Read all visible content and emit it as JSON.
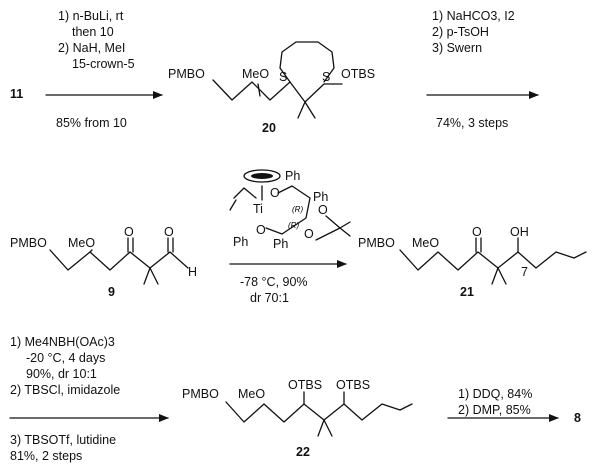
{
  "colors": {
    "ink": "#111111",
    "background": "#ffffff"
  },
  "compounds": {
    "c11": "11",
    "c20": "20",
    "c9": "9",
    "c21": "21",
    "c22": "22",
    "c8": "8"
  },
  "atoms": {
    "pmbo": "PMBO",
    "meo": "MeO",
    "otbs": "OTBS",
    "oh": "OH",
    "o": "O",
    "s": "S",
    "h": "H",
    "ti": "Ti",
    "ph": "Ph",
    "c7": "7",
    "r": "(R)"
  },
  "step1": {
    "reagents": [
      "1) n-BuLi, rt",
      "then 10",
      "2) NaH, MeI",
      "15-crown-5"
    ],
    "yield": "85% from 10"
  },
  "step2": {
    "reagents": [
      "1) NaHCO3, I2",
      "2) p-TsOH",
      "3) Swern"
    ],
    "yield": "74%, 3 steps"
  },
  "step3": {
    "conditions": [
      "-78 °C, 90%",
      "dr 70:1"
    ]
  },
  "step4": {
    "reagents": [
      "1) Me4NBH(OAc)3",
      "-20 °C, 4 days",
      "90%, dr 10:1",
      "2) TBSCl, imidazole",
      "3) TBSOTf, lutidine",
      "81%, 2 steps"
    ]
  },
  "step5": {
    "reagents": [
      "1) DDQ, 84%",
      "2) DMP, 85%"
    ]
  }
}
